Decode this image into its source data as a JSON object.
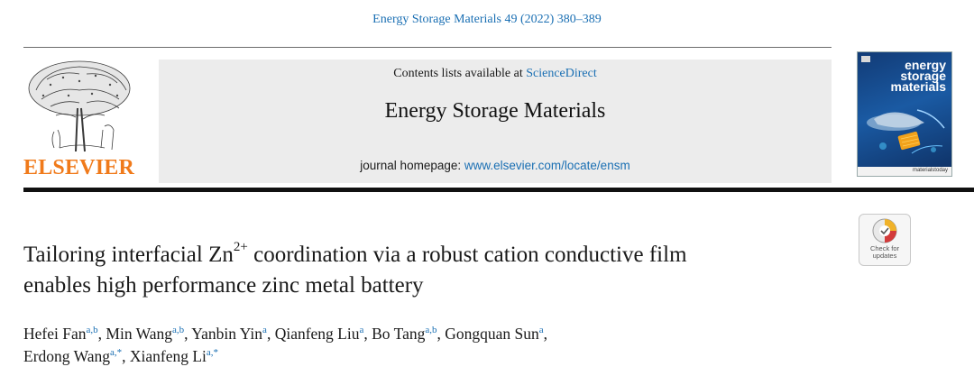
{
  "header": {
    "journal_citation": "Energy Storage Materials 49 (2022) 380–389",
    "contents_prefix": "Contents lists available at ",
    "contents_link": "ScienceDirect",
    "journal_title": "Energy Storage Materials",
    "homepage_prefix": "journal homepage: ",
    "homepage_url": "www.elsevier.com/locate/ensm"
  },
  "publisher": {
    "name": "ELSEVIER",
    "color": "#f07a1a"
  },
  "cover": {
    "line1": "energy",
    "line2": "storage",
    "line3": "materials",
    "footer": "materialstoday"
  },
  "check_for_updates": {
    "line1": "Check for",
    "line2": "updates"
  },
  "article": {
    "title_part1": "Tailoring interfacial Zn",
    "title_sup": "2+",
    "title_part2": " coordination via a robust cation conductive film",
    "title_line2": "enables high performance zinc metal battery"
  },
  "authors": [
    {
      "name": "Hefei Fan",
      "aff": "a,b",
      "sep": ", "
    },
    {
      "name": "Min Wang",
      "aff": "a,b",
      "sep": ", "
    },
    {
      "name": "Yanbin Yin",
      "aff": "a",
      "sep": ", "
    },
    {
      "name": "Qianfeng Liu",
      "aff": "a",
      "sep": ", "
    },
    {
      "name": "Bo Tang",
      "aff": "a,b",
      "sep": ", "
    },
    {
      "name": "Gongquan Sun",
      "aff": "a",
      "sep": ","
    },
    {
      "name": "Erdong Wang",
      "aff": "a,*",
      "sep": ", "
    },
    {
      "name": "Xianfeng Li",
      "aff": "a,*",
      "sep": ""
    }
  ],
  "colors": {
    "link": "#1a6fb3",
    "header_box": "#ececec",
    "rule": "#111111"
  }
}
